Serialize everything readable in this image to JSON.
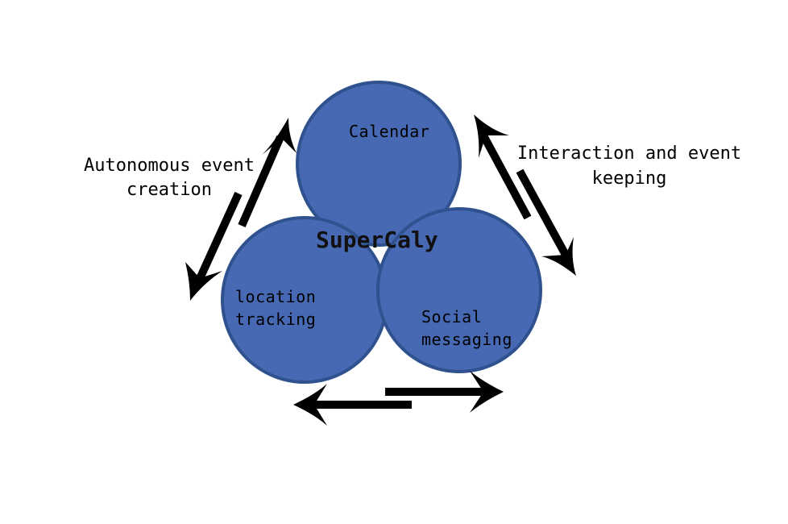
{
  "diagram": {
    "center_label": "SuperCaly",
    "nodes": {
      "calendar": "Calendar",
      "location_line1": "location",
      "location_line2": "tracking",
      "social_line1": "Social",
      "social_line2": "messaging"
    },
    "edges": {
      "left_line1": "Autonomous event",
      "left_line2": "creation",
      "right_line1": "Interaction and event",
      "right_line2": "keeping"
    },
    "colors": {
      "node_fill": "#4769b4",
      "node_stroke": "#2f528f",
      "arrow": "#000000"
    }
  }
}
